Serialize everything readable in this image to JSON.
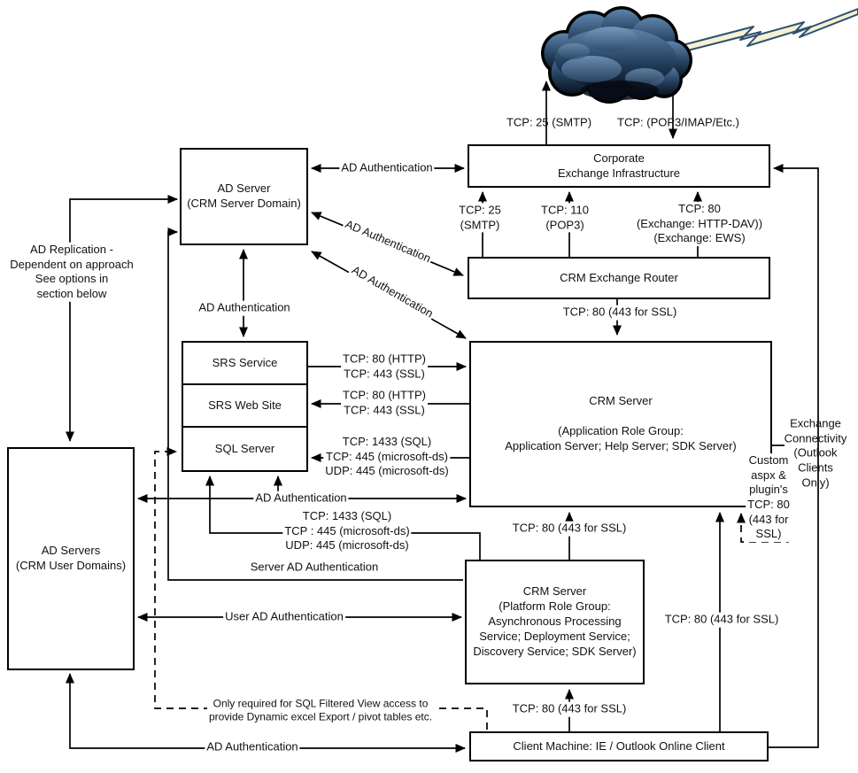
{
  "nodes": {
    "ad_server": "AD Server\n(CRM Server Domain)",
    "corporate_exchange": "Corporate\nExchange Infrastructure",
    "crm_exchange_router": "CRM Exchange Router",
    "srs_service": "SRS Service",
    "srs_web_site": "SRS Web Site",
    "sql_server": "SQL Server",
    "crm_server_app": "CRM Server\n\n(Application Role Group:\nApplication Server; Help Server; SDK Server)",
    "ad_servers_user": "AD Servers\n(CRM User Domains)",
    "crm_server_platform": "CRM Server\n(Platform Role Group:\nAsynchronous Processing\nService; Deployment Service;\nDiscovery Service; SDK Server)",
    "client_machine": "Client Machine: IE / Outlook Online Client"
  },
  "edges": {
    "smtp_to_cloud": "TCP: 25 (SMTP)",
    "pop3_from_cloud": "TCP:  (POP3/IMAP/Etc.)",
    "ad_auth_exchange": "AD Authentication",
    "smtp_up": "TCP: 25\n(SMTP)",
    "pop3_up": "TCP: 110\n(POP3)",
    "http_dav_up": "TCP: 80\n(Exchange: HTTP-DAV))\n(Exchange: EWS)",
    "ad_auth_router": "AD Authentication",
    "ad_auth_crm": "AD Authentication",
    "ad_auth_srs": "AD Authentication",
    "router_to_crm": "TCP: 80 (443 for SSL)",
    "ad_replication": "AD Replication -\nDependent on approach\nSee options in\nsection below",
    "srs_service_to_crm": "TCP: 80 (HTTP)\nTCP: 443 (SSL)",
    "crm_to_srs_web": "TCP: 80 (HTTP)\nTCP: 443 (SSL)",
    "crm_to_sql": "TCP: 1433 (SQL)\nTCP: 445 (microsoft-ds)\nUDP: 445 (microsoft-ds)",
    "ad_auth_crm_mid": "AD Authentication",
    "platform_to_sql": "TCP: 1433 (SQL)\nTCP : 445 (microsoft-ds)\nUDP: 445 (microsoft-ds)",
    "server_ad_auth": "Server AD Authentication",
    "user_ad_auth": "User AD Authentication",
    "exchange_connectivity": "Exchange\nConnectivity\n(Outlook\nClients Only)",
    "custom_aspx": "Custom\naspx &\nplugin's\nTCP: 80\n(443 for\nSSL)",
    "platform_to_app": "TCP: 80 (443 for SSL)",
    "client_to_app": "TCP: 80 (443 for SSL)",
    "client_to_platform": "TCP: 80 (443 for SSL)",
    "sql_filtered_note": "Only required for SQL Filtered View access to\nprovide Dynamic excel Export / pivot tables etc.",
    "ad_auth_client": "AD Authentication"
  },
  "colors": {
    "line": "#000000",
    "cloud_dark": "#0a1320",
    "cloud_mid": "#24415f",
    "cloud_light": "#5e83aa",
    "bolt_fill": "#f6f1d3",
    "bolt_stroke": "#2f5170"
  }
}
